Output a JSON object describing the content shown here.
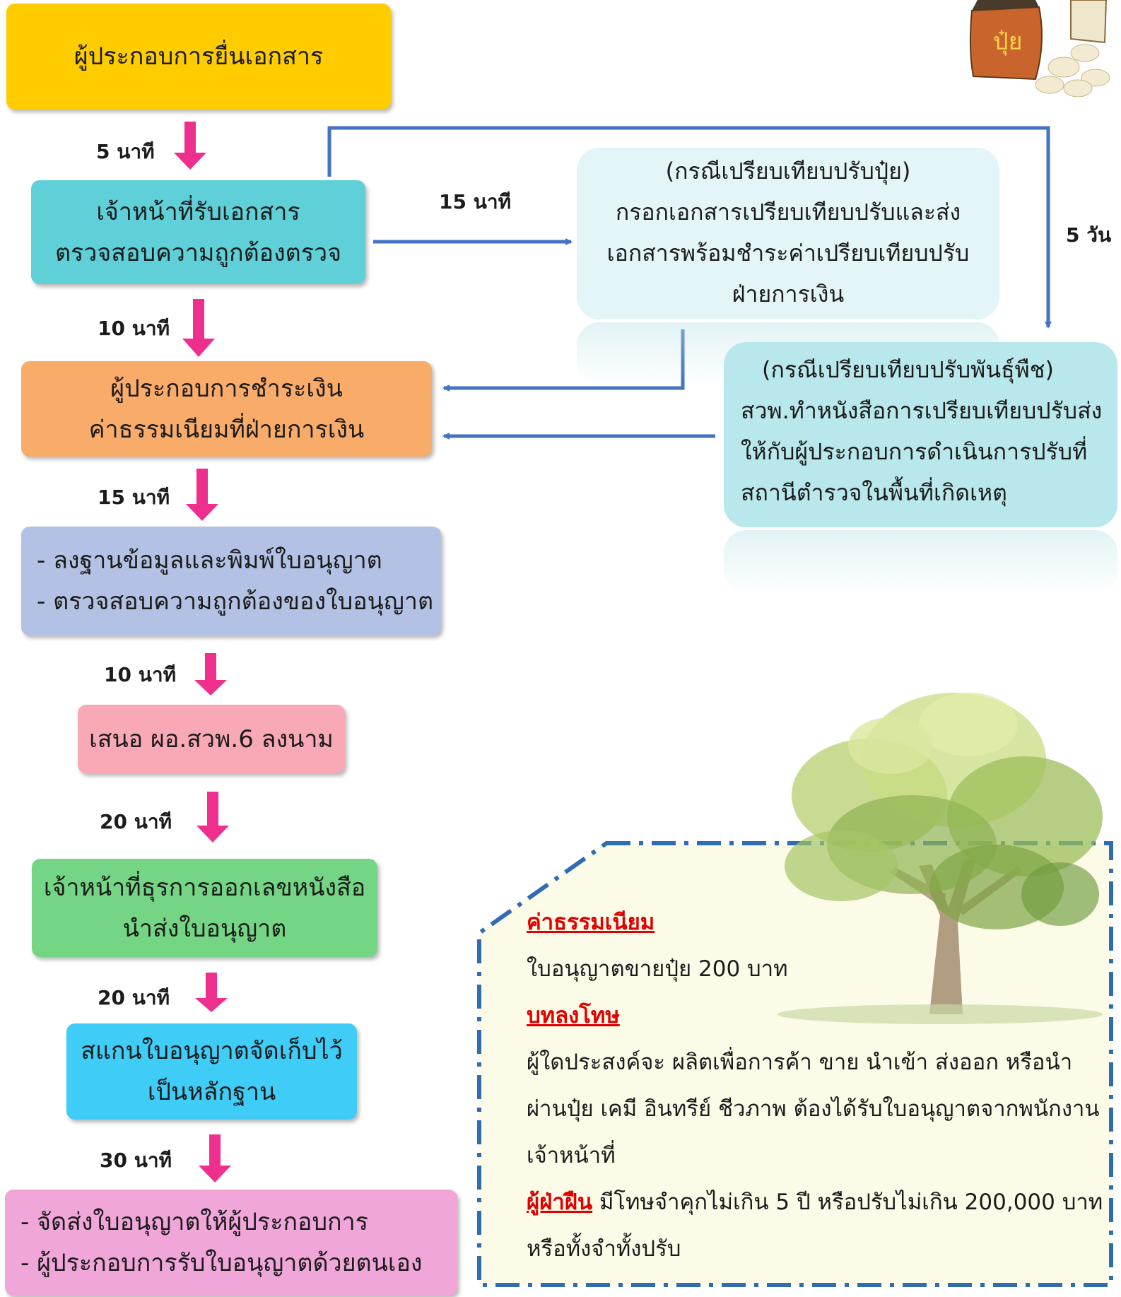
{
  "flow": {
    "step1": {
      "lines": [
        "ผู้ประกอบการยื่นเอกสาร"
      ],
      "color": "#ffcc00"
    },
    "t1": "5 นาที",
    "step2": {
      "lines": [
        "เจ้าหน้าที่รับเอกสาร",
        "ตรวจสอบความถูกต้องตรวจ"
      ],
      "color": "#5fcfd8"
    },
    "t2": "10 นาที",
    "step3": {
      "lines": [
        "ผู้ประกอบการชำระเงิน",
        "ค่าธรรมเนียมที่ฝ่ายการเงิน"
      ],
      "color": "#f9ac6a"
    },
    "t3": "15 นาที",
    "step4": {
      "lines": [
        "- ลงฐานข้อมูลและพิมพ์ใบอนุญาต",
        "- ตรวจสอบความถูกต้องของใบอนุญาต"
      ],
      "color": "#b3c2e4"
    },
    "t4": "10 นาที",
    "step5": {
      "lines": [
        "เสนอ ผอ.สวพ.6 ลงนาม"
      ],
      "color": "#f9a9b6"
    },
    "t5": "20 นาที",
    "step6": {
      "lines": [
        "เจ้าหน้าที่ธุรการออกเลขหนังสือ",
        "นำส่งใบอนุญาต"
      ],
      "color": "#74d685"
    },
    "t6": "20 นาที",
    "step7": {
      "lines": [
        "สแกนใบอนุญาตจัดเก็บไว้",
        "เป็นหลักฐาน"
      ],
      "color": "#3fcdf7"
    },
    "t7": "30 นาที",
    "step8": {
      "lines": [
        "- จัดส่งใบอนุญาตให้ผู้ประกอบการ",
        "- ผู้ประกอบการรับใบอนุญาตด้วยตนเอง"
      ],
      "color": "#f0a6d8"
    }
  },
  "branch": {
    "t_fert": "15 นาที",
    "fert_case": {
      "lines": [
        "(กรณีเปรียบเทียบปรับปุ๋ย)",
        "กรอกเอกสารเปรียบเทียบปรับและส่ง",
        "เอกสารพร้อมชำระค่าเปรียบเทียบปรับ",
        "ฝ่ายการเงิน"
      ],
      "color": "#e3f5f7"
    },
    "t_plant": "5 วัน",
    "plant_case": {
      "lines": [
        "(กรณีเปรียบเทียบปรับพันธุ์พืช)",
        "สวพ.ทำหนังสือการเปรียบเทียบปรับส่ง",
        "ให้กับผู้ประกอบการดำเนินการปรับที่",
        "สถานีตำรวจในพื้นที่เกิดเหตุ"
      ],
      "color": "#b9e8ec"
    }
  },
  "info": {
    "fee_heading": "ค่าธรรมเนียม",
    "fee_text": "ใบอนุญาตขายปุ๋ย 200 บาท",
    "penalty_heading": "บทลงโทษ",
    "penalty_lines": [
      "ผู้ใดประสงค์จะ ผลิตเพื่อการค้า ขาย นำเข้า ส่งออก หรือนำ",
      "ผ่านปุ๋ย เคมี อินทรีย์ ชีวภาพ ต้องได้รับใบอนุญาตจากพนักงาน",
      "เจ้าหน้าที่"
    ],
    "violator_heading": "ผู้ฝ่าฝืน",
    "violator_text": " มีโทษจำคุกไม่เกิน 5 ปี หรือปรับไม่เกิน 200,000 บาท",
    "violator_line2": "หรือทั้งจำทั้งปรับ"
  },
  "fertilizer_bag_label": "ปุ๋ย",
  "colors": {
    "pink_arrow": "#ee2f8e",
    "blue_arrow": "#4472c4",
    "dash_border": "#2f6db0",
    "info_bg": "#fbfbe8"
  }
}
